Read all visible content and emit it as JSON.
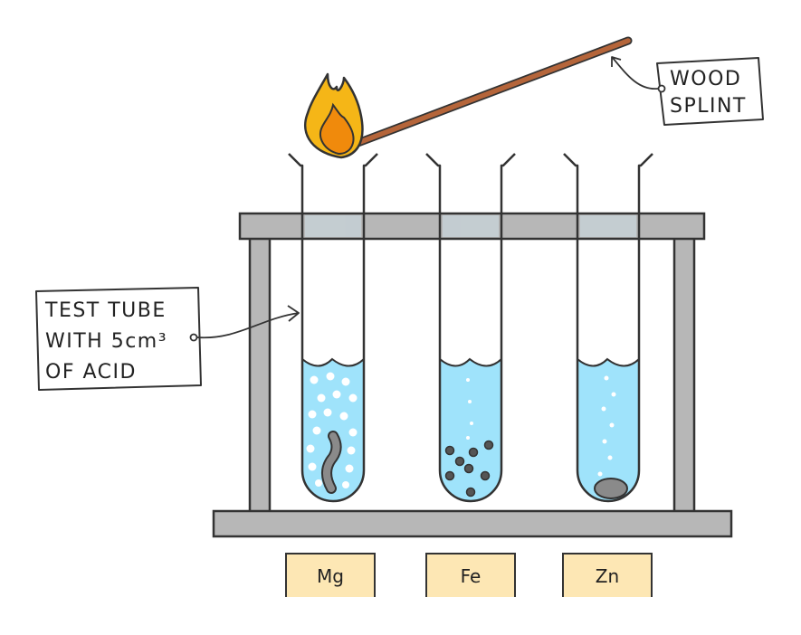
{
  "labels": {
    "splint_line1": "WOOD",
    "splint_line2": "SPLINT",
    "tube_line1": "TEST TUBE",
    "tube_line2": "WITH 5cm³",
    "tube_line3": "OF ACID"
  },
  "metals": [
    {
      "symbol": "Mg",
      "sample": "ribbon"
    },
    {
      "symbol": "Fe",
      "sample": "granules"
    },
    {
      "symbol": "Zn",
      "sample": "pellet"
    }
  ],
  "colors": {
    "rack": "#b7b7b7",
    "rack_outline": "#333333",
    "acid": "#9fe3fb",
    "metal_card": "#fde7b4",
    "splint": "#b5653a",
    "flame_outer": "#f5b617",
    "flame_inner": "#f08a0c",
    "sample_grey": "#8a8a8a"
  },
  "icons": [
    "flame-icon",
    "gas-bubble-icon"
  ]
}
